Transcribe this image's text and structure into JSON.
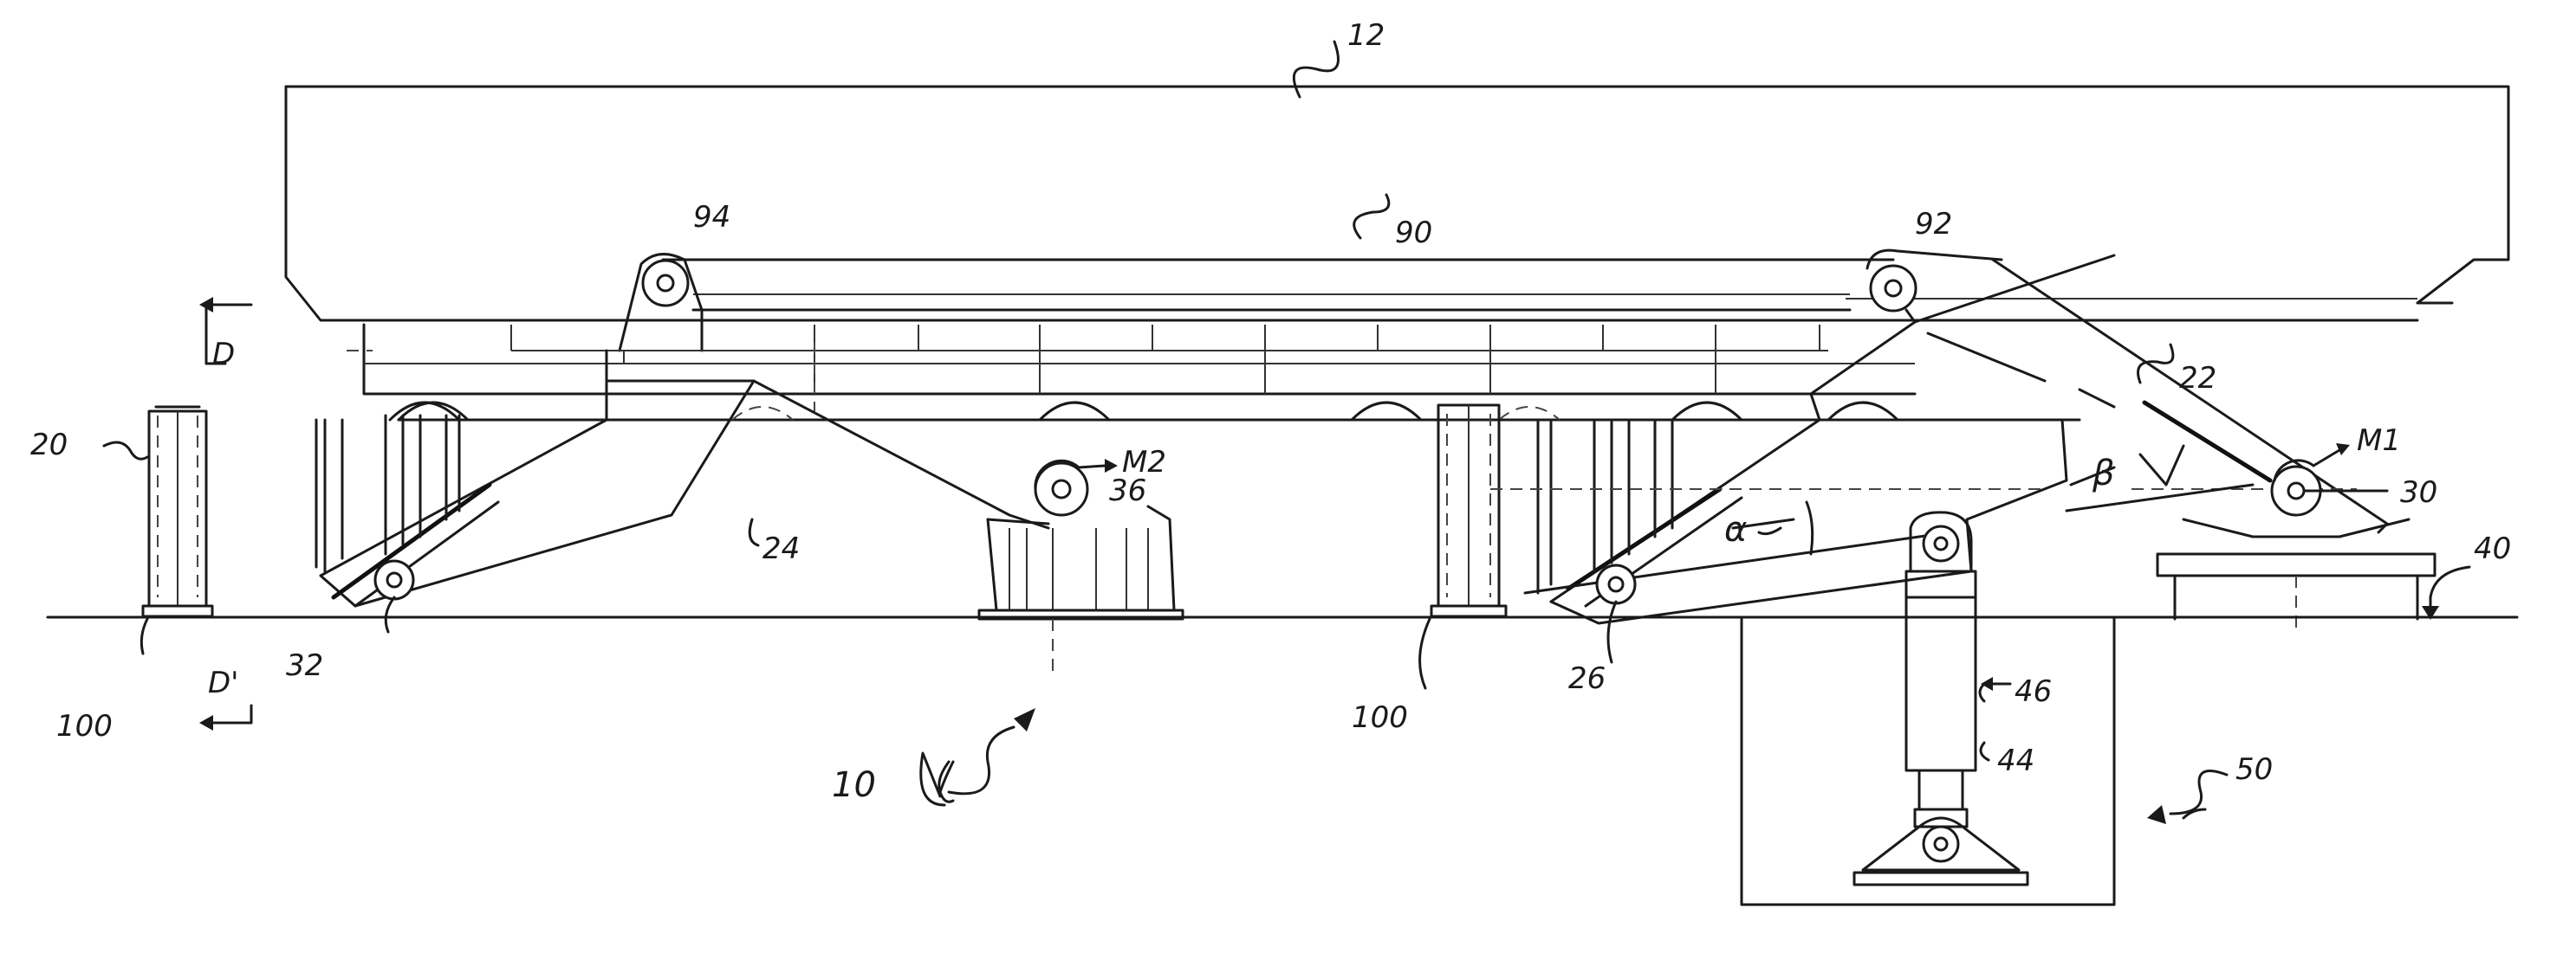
{
  "labels": {
    "ref_12": "12",
    "ref_94": "94",
    "ref_90": "90",
    "ref_92": "92",
    "ref_22": "22",
    "ref_M1": "M1",
    "ref_30": "30",
    "ref_40": "40",
    "ref_20": "20",
    "ref_D_top": "D",
    "ref_D_bottom": "D'",
    "ref_32": "32",
    "ref_24": "24",
    "ref_M2": "M2",
    "ref_36": "36",
    "ref_100_left": "100",
    "ref_100_mid": "100",
    "ref_10": "10",
    "ref_26": "26",
    "ref_alpha": "α",
    "ref_beta": "β",
    "ref_46": "46",
    "ref_44": "44",
    "ref_50": "50"
  },
  "colors": {
    "ink": "#1a1a1a",
    "paper": "#ffffff"
  }
}
